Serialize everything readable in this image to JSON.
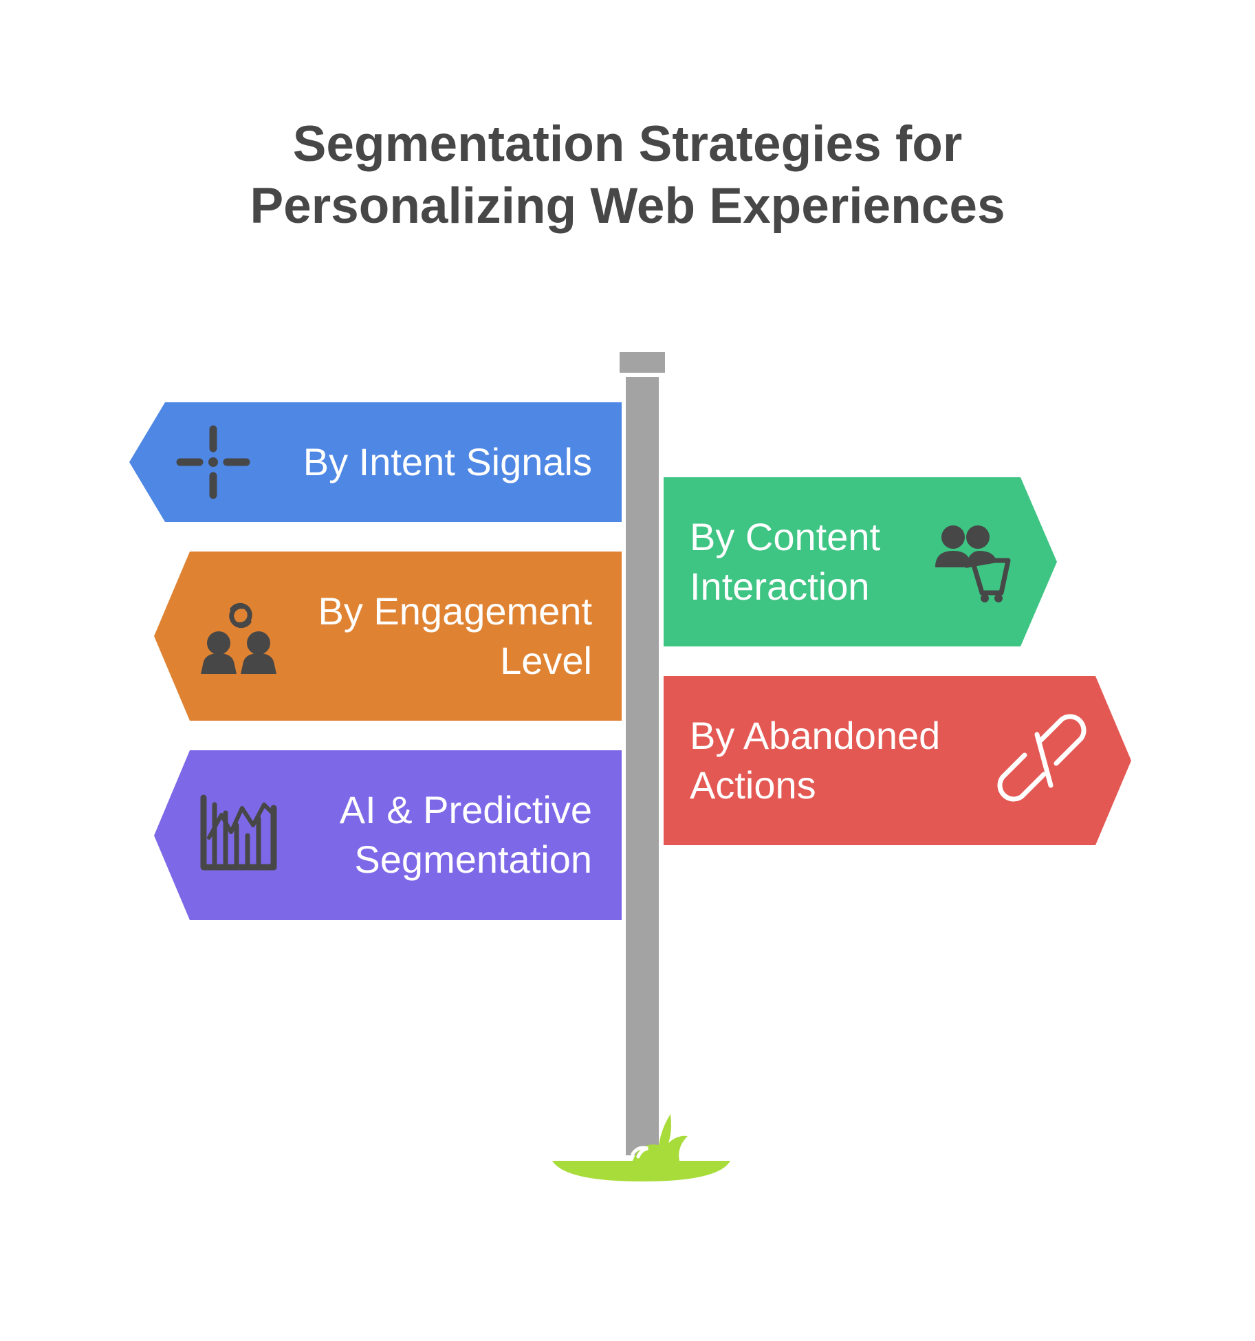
{
  "title": {
    "line1": "Segmentation Strategies for",
    "line2": "Personalizing Web Experiences"
  },
  "signs": [
    {
      "id": "intent",
      "lines": [
        "By Intent Signals"
      ],
      "color": "#4e87e4",
      "icon": "crosshair-icon",
      "direction": "left"
    },
    {
      "id": "content",
      "lines": [
        "By Content",
        "Interaction"
      ],
      "color": "#3ec483",
      "icon": "users-cart-icon",
      "direction": "right"
    },
    {
      "id": "engagement",
      "lines": [
        "By Engagement",
        "Level"
      ],
      "color": "#df8333",
      "icon": "linked-people-icon",
      "direction": "left"
    },
    {
      "id": "abandoned",
      "lines": [
        "By Abandoned",
        "Actions"
      ],
      "color": "#e45853",
      "icon": "broken-link-icon",
      "direction": "right"
    },
    {
      "id": "predictive",
      "lines": [
        "AI & Predictive",
        "Segmentation"
      ],
      "color": "#7d68e8",
      "icon": "predictive-chart-icon",
      "direction": "left"
    }
  ],
  "colors": {
    "title": "#474747",
    "pole": "#a3a3a3",
    "grass": "#a8dc3a",
    "icon": "#474747"
  }
}
